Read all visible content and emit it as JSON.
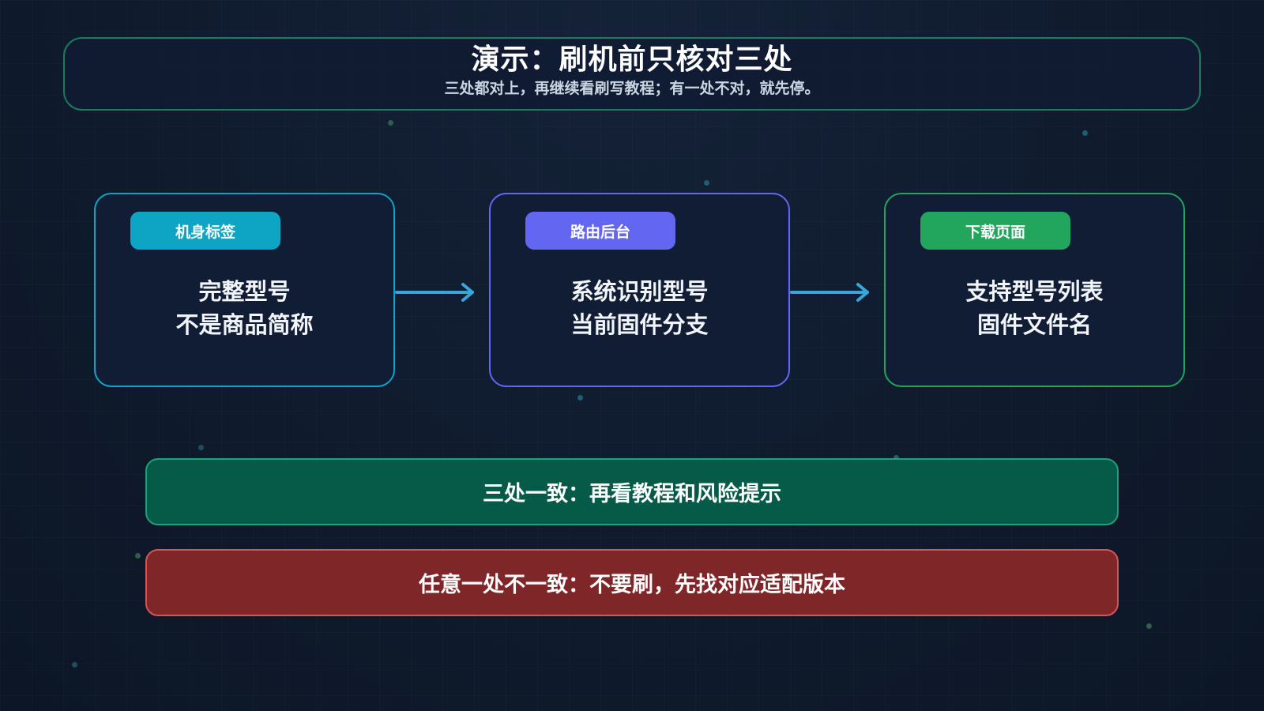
{
  "header": {
    "title": "演示：刷机前只核对三处",
    "subtitle": "三处都对上，再继续看刷写教程；有一处不对，就先停。"
  },
  "cards": [
    {
      "tag": "机身标签",
      "lines": [
        "完整型号",
        "不是商品简称"
      ],
      "color": "#0ea5c4"
    },
    {
      "tag": "路由后台",
      "lines": [
        "系统识别型号",
        "当前固件分支"
      ],
      "color": "#6366f1"
    },
    {
      "tag": "下载页面",
      "lines": [
        "支持型号列表",
        "固件文件名"
      ],
      "color": "#22a55c"
    }
  ],
  "arrows": {
    "color": "#38a7d8"
  },
  "results": {
    "match": {
      "text": "三处一致：再看教程和风险提示",
      "bg": "#065a48",
      "border": "#1fa07a"
    },
    "mismatch": {
      "text": "任意一处不一致：不要刷，先找对应适配版本",
      "bg": "#7f2629",
      "border": "#d4555a"
    }
  }
}
